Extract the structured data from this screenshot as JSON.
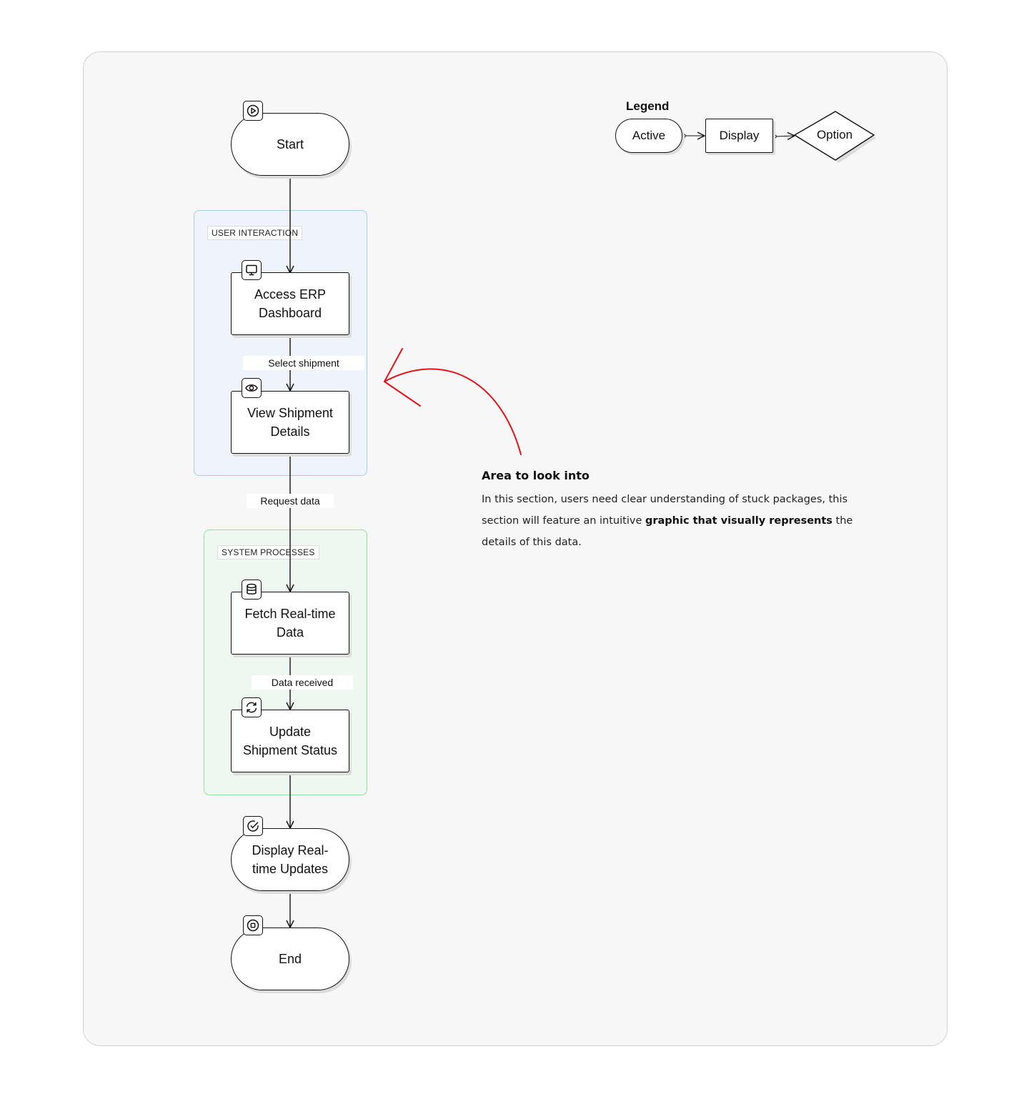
{
  "nodes": {
    "start": "Start",
    "access_erp_line1": "Access ERP",
    "access_erp_line2": "Dashboard",
    "view_shipment_line1": "View Shipment",
    "view_shipment_line2": "Details",
    "fetch_data_line1": "Fetch Real-time",
    "fetch_data_line2": "Data",
    "update_status_line1": "Update",
    "update_status_line2": "Shipment Status",
    "display_updates_line1": "Display Real-",
    "display_updates_line2": "time Updates",
    "end": "End"
  },
  "groups": {
    "user_interaction": "USER INTERACTION",
    "system_processes": "SYSTEM PROCESSES"
  },
  "edges": {
    "select_shipment": "Select shipment",
    "request_data": "Request data",
    "data_received": "Data received"
  },
  "legend": {
    "title": "Legend",
    "active": "Active",
    "display": "Display",
    "option": "Option"
  },
  "note": {
    "title": "Area to look into",
    "body_part1": "In this section, users need clear understanding of stuck packages, this section will feature an intuitive ",
    "body_bold": "graphic that visually represents",
    "body_part2": " the details of this data."
  },
  "icons": {
    "start": "play-icon",
    "access_erp": "monitor-icon",
    "view_shipment": "eye-icon",
    "fetch_data": "database-icon",
    "update_status": "refresh-icon",
    "display_updates": "check-circle-icon",
    "end": "stop-icon"
  },
  "colors": {
    "user_group_border": "#a7cfe6",
    "system_group_border": "#8fe39a",
    "annotation_arrow": "#e0141a"
  }
}
